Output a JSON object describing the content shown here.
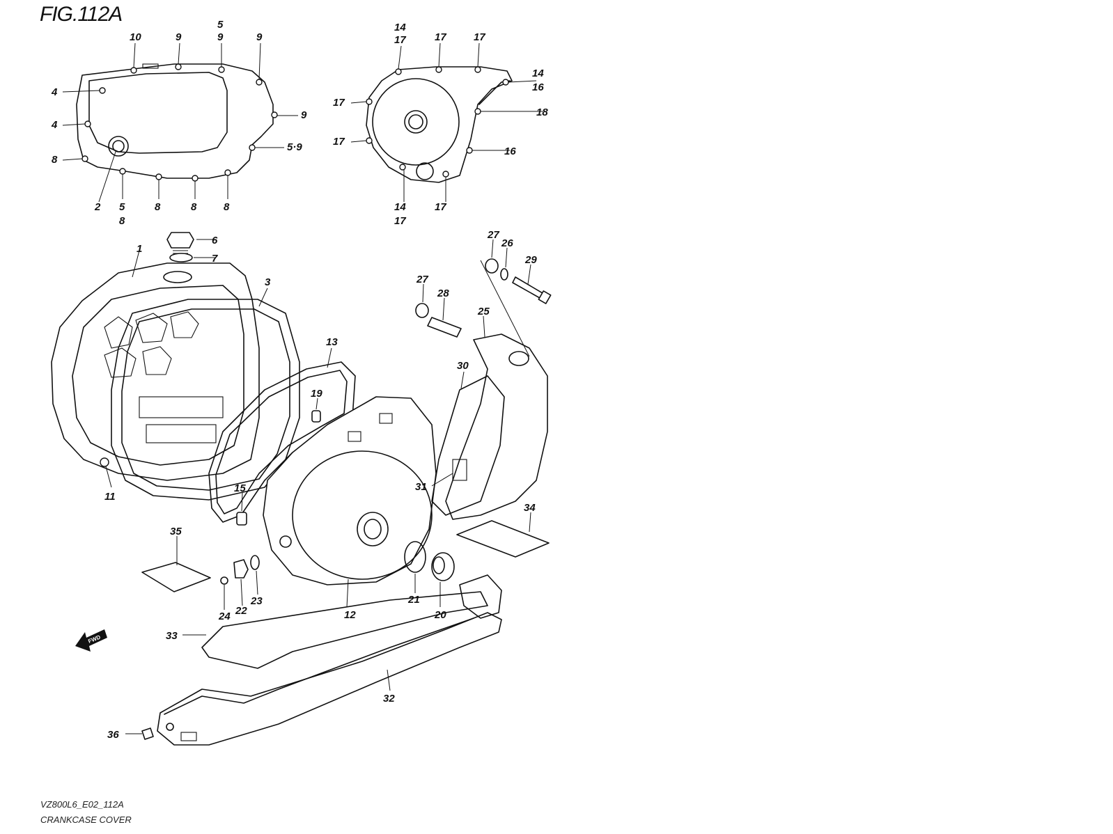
{
  "figure": {
    "title": "FIG.112A",
    "model_code": "VZ800L6_E02_112A",
    "section_name": "CRANKCASE COVER",
    "direction_badge": "FWD"
  },
  "callouts": {
    "c10": "10",
    "c9a": "9",
    "c5a": "5",
    "c9b": "9",
    "c9c": "9",
    "c4a": "4",
    "c4b": "4",
    "c9d": "9",
    "c8a": "8",
    "c59": "5·9",
    "c2": "2",
    "c5b": "5",
    "c8b": "8",
    "c8c": "8",
    "c8d": "8",
    "c8e": "8",
    "c14a": "14",
    "c17a": "17",
    "c17b": "17",
    "c17c": "17",
    "c14b": "14",
    "c16a": "16",
    "c17d": "17",
    "c18": "18",
    "c17e": "17",
    "c16b": "16",
    "c14c": "14",
    "c17f": "17",
    "c17g": "17",
    "c6": "6",
    "c7": "7",
    "c1": "1",
    "c3": "3",
    "c27a": "27",
    "c26": "26",
    "c29": "29",
    "c27b": "27",
    "c28": "28",
    "c25": "25",
    "c13": "13",
    "c30": "30",
    "c19": "19",
    "c11": "11",
    "c15": "15",
    "c31": "31",
    "c34": "34",
    "c35": "35",
    "c23": "23",
    "c22": "22",
    "c24": "24",
    "c12": "12",
    "c21": "21",
    "c20": "20",
    "c33": "33",
    "c32": "32",
    "c36": "36"
  }
}
